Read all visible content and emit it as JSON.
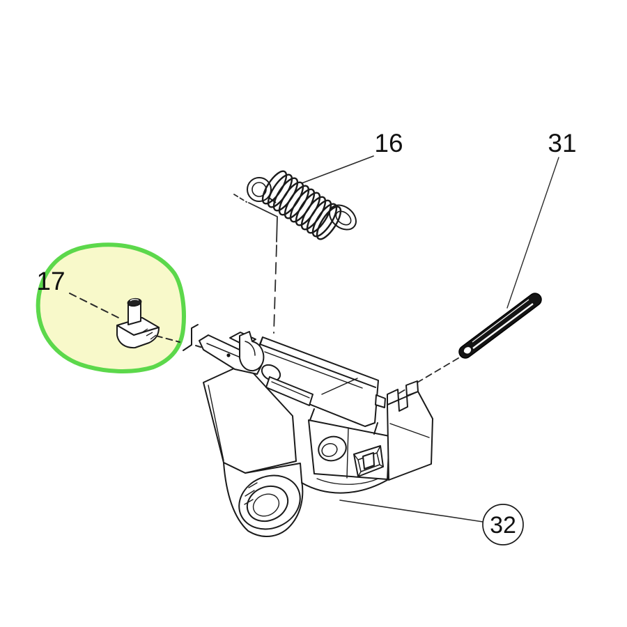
{
  "diagram": {
    "background_color": "#ffffff",
    "line_color": "#1a1a1a",
    "highlight_stroke_color": "#5cd84b",
    "highlight_fill_color": "#f8f9ca",
    "callouts": [
      {
        "label": "16",
        "style": "plain"
      },
      {
        "label": "17",
        "style": "plain",
        "highlighted": true
      },
      {
        "label": "31",
        "style": "plain"
      },
      {
        "label": "32",
        "style": "circled"
      }
    ]
  }
}
